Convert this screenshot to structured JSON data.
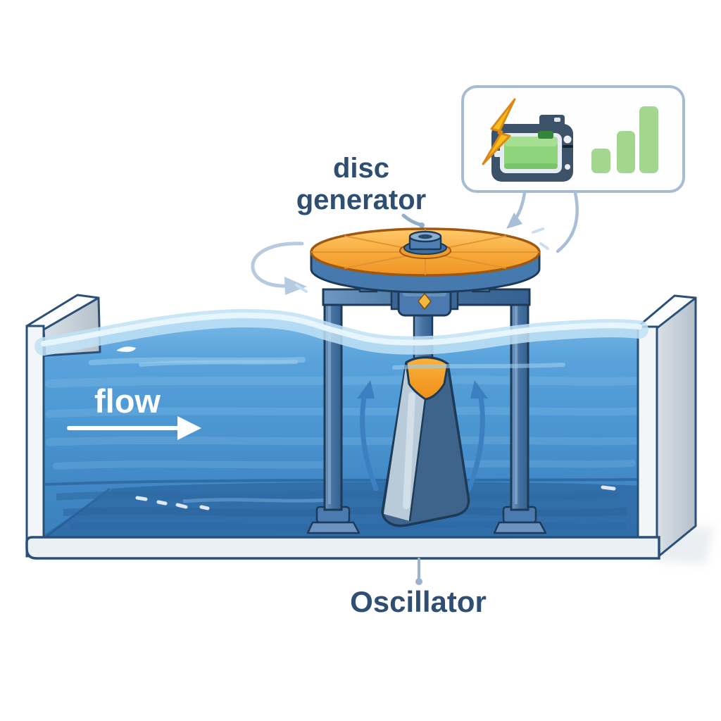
{
  "diagram": {
    "type": "illustration",
    "labels": {
      "disc_generator_line1": "disc",
      "disc_generator_line2": "generator",
      "flow": "flow",
      "oscillator": "Oscillator"
    },
    "energy_panel": {
      "icons": [
        {
          "name": "lightning-bolt-icon"
        },
        {
          "name": "battery-device-icon"
        },
        {
          "name": "power-bars-icon",
          "bars": 3
        }
      ]
    },
    "colors": {
      "label_text": "#2e4f72",
      "flow_text": "#ffffff",
      "panel_border": "#a6bcd3",
      "bar_green": "#a3d68f",
      "bolt_yellow": "#f9bd1c",
      "device_navy": "#3b5268",
      "screen_green": "#8fd37b",
      "connector": "#a9bfd8",
      "rotation_arrow": "#b6cbdf",
      "oscillation_arrow": "#3d80c1",
      "disc_orange": "#f5a93c",
      "frame_blue": "#4577ac",
      "fin_dark": "#3f648c",
      "fin_light": "#b9cad8",
      "water_top": "#5aa3db",
      "water_deep": "#2f6ba6",
      "water_surface_band": "#cfe7f7",
      "tank_outline": "#2a4f78"
    }
  }
}
